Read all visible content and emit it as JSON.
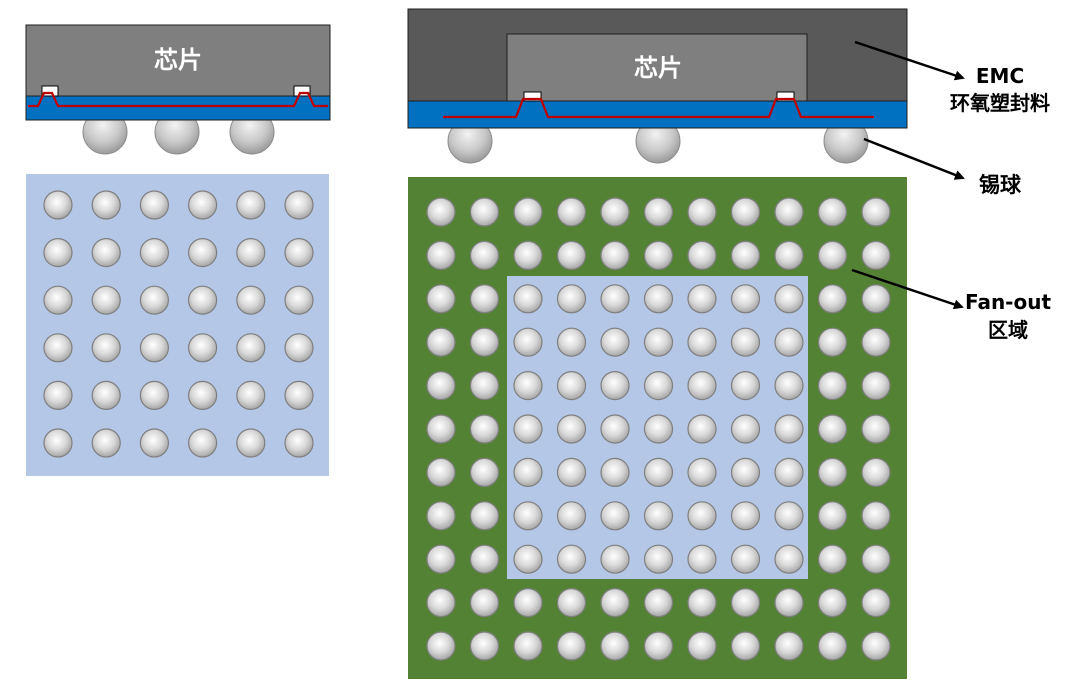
{
  "left_package": {
    "chip_label": "芯片",
    "grid_rows": 6,
    "grid_cols": 6,
    "cross_section_balls": 3
  },
  "right_package": {
    "chip_label": "芯片",
    "grid_rows": 11,
    "grid_cols": 11,
    "chip_region_rows": [
      2,
      8
    ],
    "chip_region_cols": [
      2,
      8
    ],
    "cross_section_balls": 3
  },
  "callouts": {
    "emc_line1": "EMC",
    "emc_line2": "环氧塑封料",
    "solder_ball": "锡球",
    "fanout_line1": "Fan-out",
    "fanout_line2": "区域"
  },
  "colors": {
    "chip_gray": "#7f7f7f",
    "emc_dark": "#595959",
    "substrate_blue": "#0070c0",
    "trace_red": "#c00000",
    "chip_area_lightblue": "#b4c7e7",
    "fanout_green": "#548235",
    "ball_gray": "#d0d0d0"
  }
}
